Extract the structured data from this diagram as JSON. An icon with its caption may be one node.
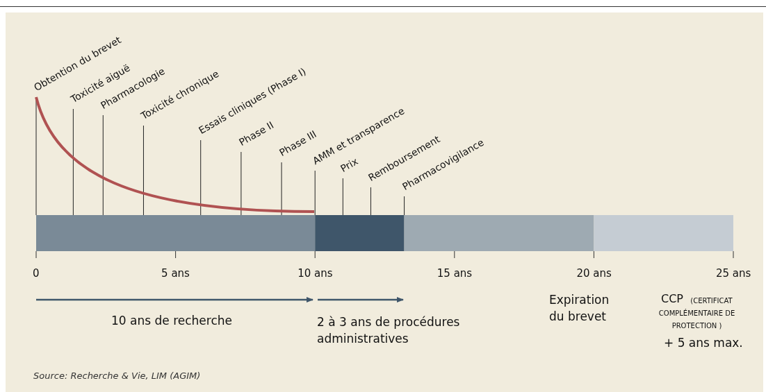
{
  "diagram": {
    "caption": "Source: Recherche & Vie, LIM (AGIM)",
    "labels": [
      "Obtention du brevet",
      "Toxicité aiguë",
      "Pharmacologie",
      "Toxicité chronique",
      "Essais cliniques (Phase I)",
      "Phase II",
      "Phase III",
      "AMM et transparence",
      "Prix",
      "Remboursement",
      "Pharmacovigilance",
      "0",
      "5 ans",
      "10 ans",
      "15 ans",
      "20 ans",
      "25 ans",
      "10 ans de recherche",
      "2 à 3 ans de procédures administratives",
      "Expiration du brevet",
      "CCP",
      "(CERTIFICAT COMPLÉMENTAIRE DE PROTECTION )",
      "+ 5 ans max."
    ]
  }
}
